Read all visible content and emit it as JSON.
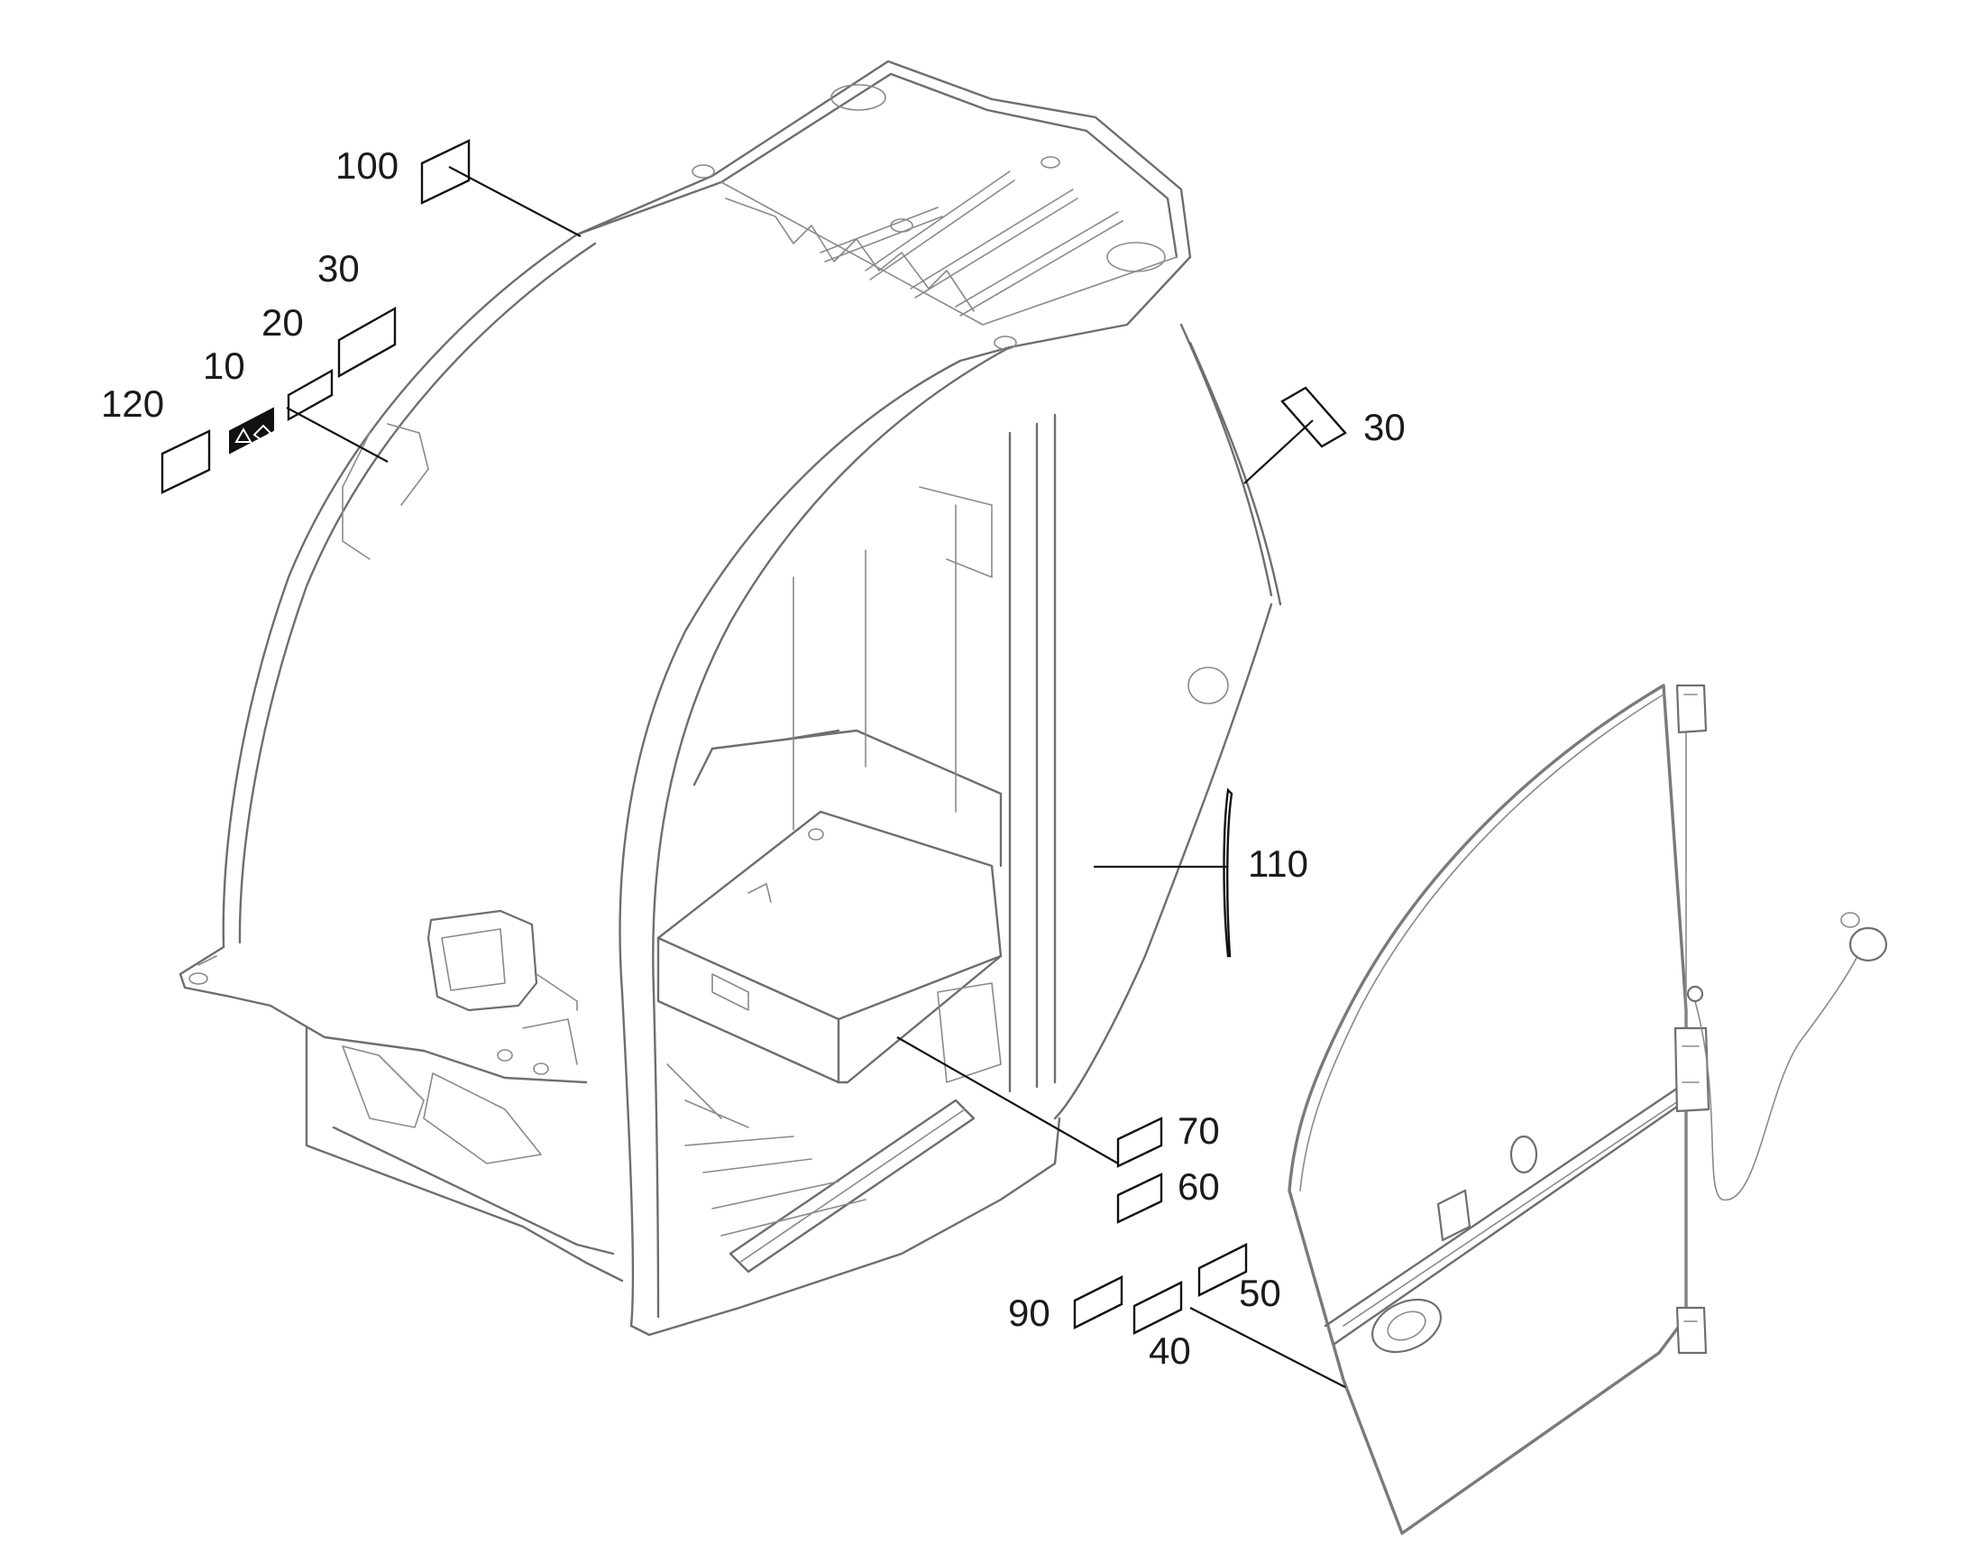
{
  "callouts": {
    "c100": "100",
    "c30a": "30",
    "c20": "20",
    "c10": "10",
    "c120": "120",
    "c30b": "30",
    "c110": "110",
    "c70": "70",
    "c60": "60",
    "c90": "90",
    "c40": "40",
    "c50": "50"
  },
  "colors": {
    "line": "#111111",
    "part_outline": "#6e6e6e",
    "background": "#ffffff"
  }
}
